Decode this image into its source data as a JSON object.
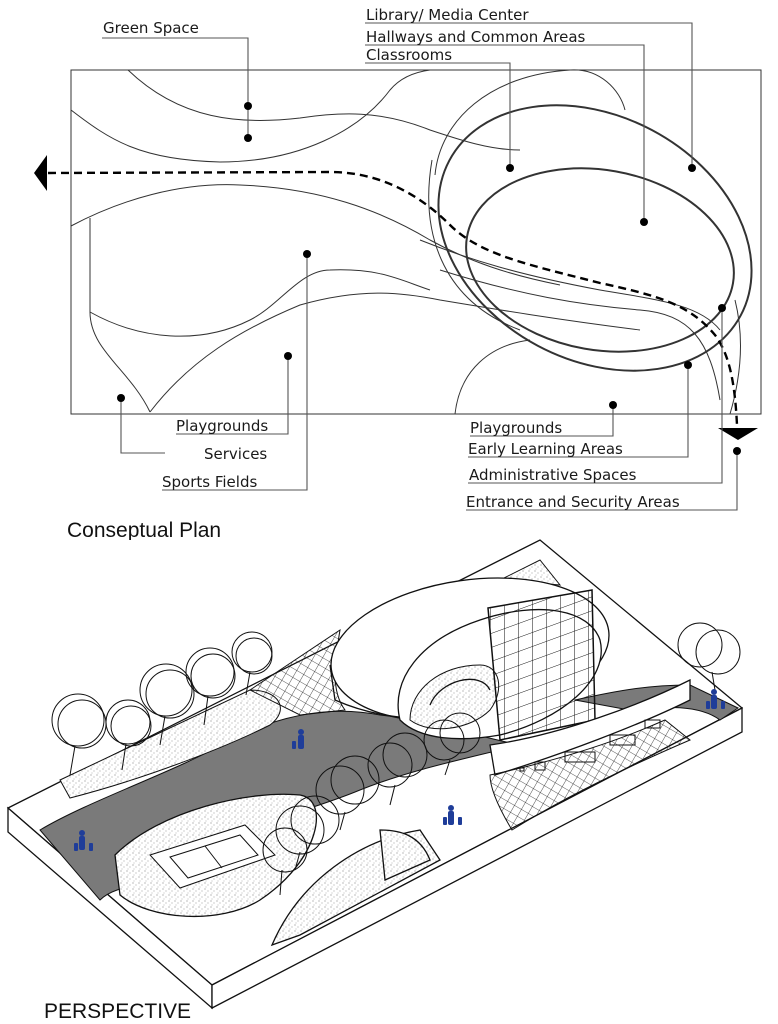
{
  "plan": {
    "title": "Conseptual Plan",
    "labels_top": [
      {
        "id": "green-space",
        "text": "Green Space"
      },
      {
        "id": "library-media-center",
        "text": "Library/ Media Center"
      },
      {
        "id": "hallways-common-areas",
        "text": "Hallways and Common Areas"
      },
      {
        "id": "classrooms",
        "text": "Classrooms"
      }
    ],
    "labels_bottom_left": [
      {
        "id": "playgrounds-left",
        "text": "Playgrounds"
      },
      {
        "id": "services",
        "text": "Services"
      },
      {
        "id": "sports-fields",
        "text": "Sports Fields"
      }
    ],
    "labels_bottom_right": [
      {
        "id": "playgrounds-right",
        "text": "Playgrounds"
      },
      {
        "id": "early-learning-areas",
        "text": "Early Learning Areas"
      },
      {
        "id": "administrative-spaces",
        "text": "Administrative Spaces"
      },
      {
        "id": "entrance-security-areas",
        "text": "Entrance and Security Areas"
      }
    ],
    "icons": {
      "exit_arrow": "arrow-left-icon",
      "entry_arrow": "arrow-down-icon"
    }
  },
  "perspective": {
    "title": "PERSPECTIVE",
    "colors": {
      "path_gray": "#7a7a7a",
      "people_blue": "#1f3d99",
      "line": "#111111"
    }
  }
}
